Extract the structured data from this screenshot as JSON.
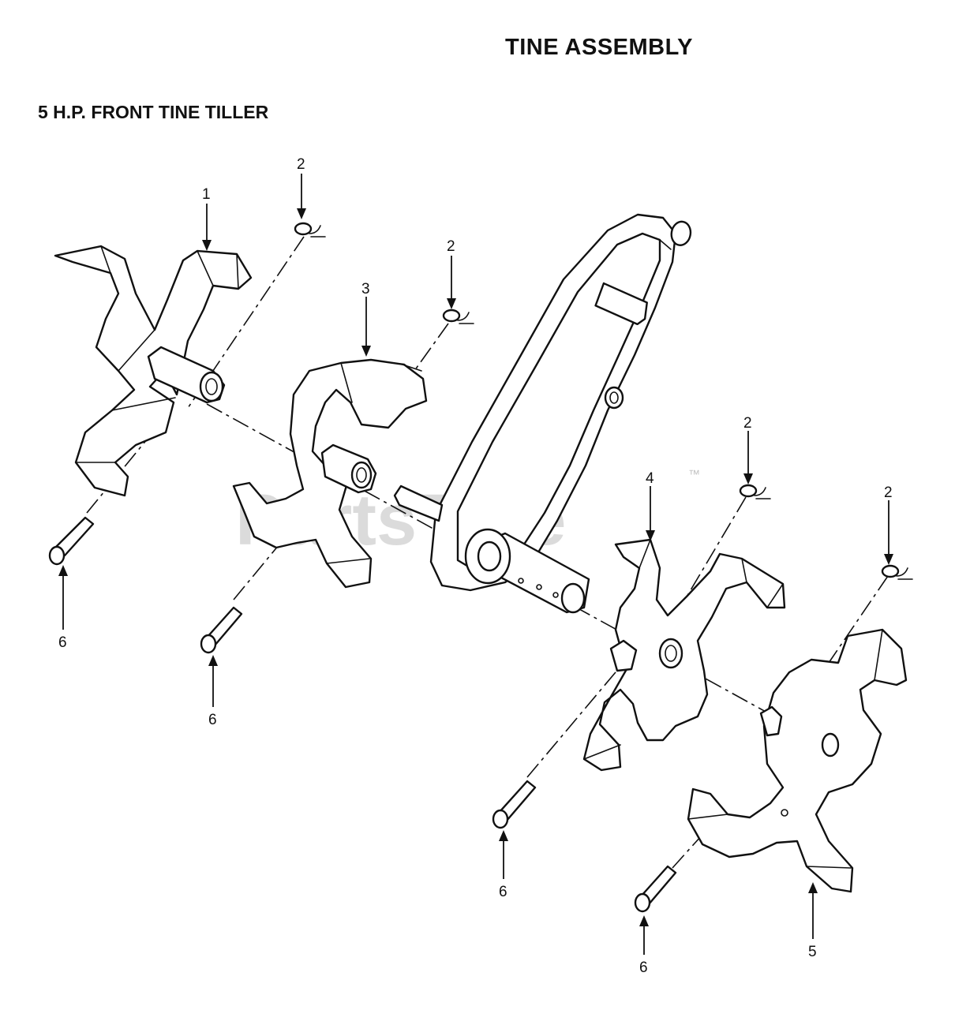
{
  "header": {
    "title": "TINE ASSEMBLY",
    "subtitle": "5 H.P. FRONT TINE TILLER"
  },
  "watermark": {
    "brand": "PartsTree",
    "trademark": "™"
  },
  "callouts": [
    {
      "id": "c1",
      "label": "1"
    },
    {
      "id": "c2a",
      "label": "2"
    },
    {
      "id": "c2b",
      "label": "2"
    },
    {
      "id": "c3",
      "label": "3"
    },
    {
      "id": "c2c",
      "label": "2"
    },
    {
      "id": "c4",
      "label": "4"
    },
    {
      "id": "c2d",
      "label": "2"
    },
    {
      "id": "c6a",
      "label": "6"
    },
    {
      "id": "c6b",
      "label": "6"
    },
    {
      "id": "c6c",
      "label": "6"
    },
    {
      "id": "c5",
      "label": "5"
    },
    {
      "id": "c6d",
      "label": "6"
    }
  ],
  "parts": [
    {
      "name": "outer-tine-left",
      "ref": "1"
    },
    {
      "name": "hairpin-clip",
      "ref": "2"
    },
    {
      "name": "inner-tine-left",
      "ref": "3"
    },
    {
      "name": "inner-tine-right",
      "ref": "4"
    },
    {
      "name": "outer-tine-right",
      "ref": "5"
    },
    {
      "name": "clevis-pin",
      "ref": "6"
    },
    {
      "name": "transmission-housing",
      "ref": ""
    }
  ],
  "colors": {
    "ink": "#111111",
    "paper": "#ffffff",
    "watermark": "#bdbdbd"
  }
}
